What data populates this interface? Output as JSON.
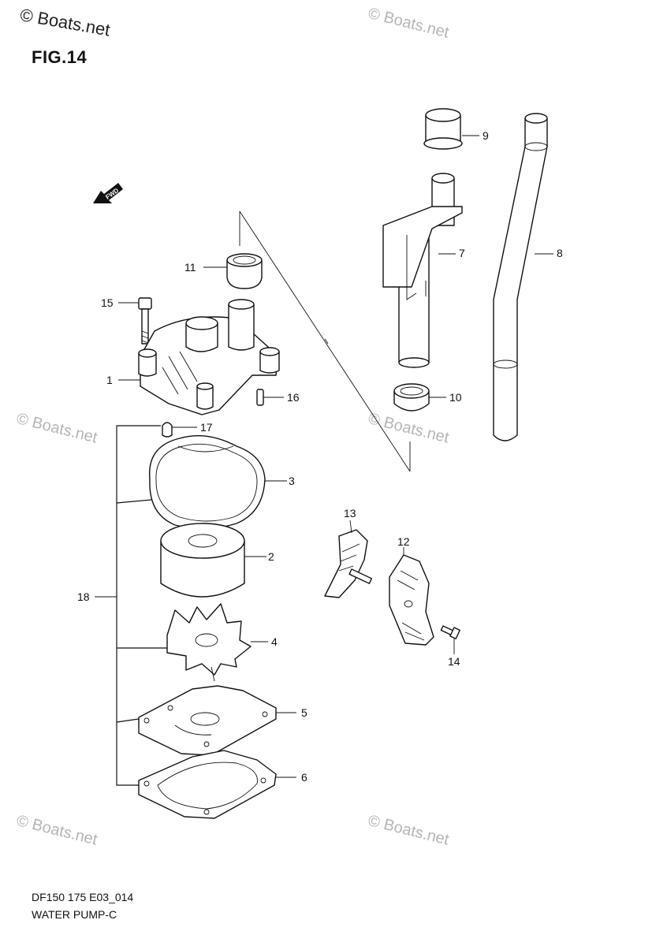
{
  "watermark": "© Boats.net",
  "figure": {
    "title": "FIG.14"
  },
  "footer": {
    "code": "DF150 175 E03_014",
    "name": "WATER PUMP-C"
  },
  "direction_marker": {
    "label": "FWD",
    "icon": "forward-arrow-icon"
  },
  "callouts": [
    "1",
    "2",
    "3",
    "4",
    "5",
    "6",
    "7",
    "8",
    "9",
    "10",
    "11",
    "12",
    "13",
    "14",
    "15",
    "16",
    "17",
    "18"
  ]
}
